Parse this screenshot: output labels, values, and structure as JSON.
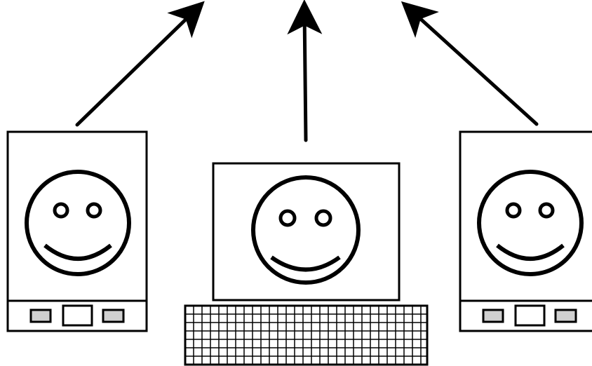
{
  "diagram": {
    "devices": [
      {
        "id": "left-tower",
        "type": "tower-computer",
        "face": "smiley",
        "has_arrow": true,
        "arrow_direction": "up-right"
      },
      {
        "id": "center-monitor",
        "type": "monitor-with-keyboard",
        "face": "smiley",
        "has_arrow": true,
        "arrow_direction": "up"
      },
      {
        "id": "right-tower",
        "type": "tower-computer",
        "face": "smiley",
        "has_arrow": true,
        "arrow_direction": "up-left"
      }
    ],
    "colors": {
      "stroke": "#000000",
      "background": "#ffffff",
      "button_fill": "#d0d0d0"
    }
  }
}
